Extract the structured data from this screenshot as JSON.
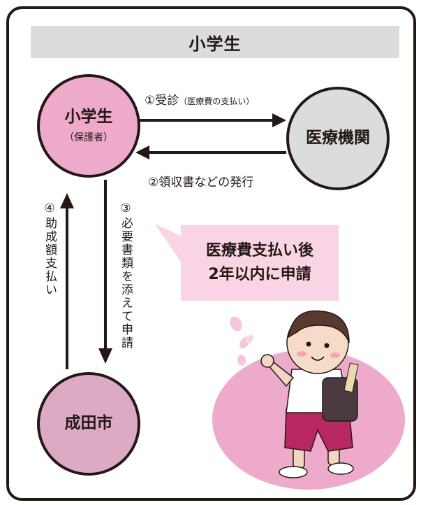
{
  "title": "小学生",
  "nodes": {
    "student": {
      "label": "小学生",
      "sub": "（保護者）"
    },
    "clinic": {
      "label": "医療機関"
    },
    "city": {
      "label": "成田市"
    }
  },
  "steps": {
    "step1": {
      "label": "①受診",
      "note": "（医療費の支払い）"
    },
    "step2": {
      "label": "②領収書などの発行"
    },
    "step3": {
      "label": "③必要書類を添えて申請"
    },
    "step4": {
      "label": "④助成額支払い"
    }
  },
  "callout": {
    "line1": "医療費支払い後",
    "line2": "2年以内に申請"
  },
  "colors": {
    "student_fill": "#eeaacb",
    "clinic_fill": "#dcdcdc",
    "city_fill": "#dcaac5",
    "callout_fill": "#f9d4e4",
    "title_bar_fill": "#dcdcdc",
    "outline": "#231815"
  },
  "illustration": {
    "subject": "schoolchild with randoseru backpack",
    "icon": "child-illustration"
  }
}
